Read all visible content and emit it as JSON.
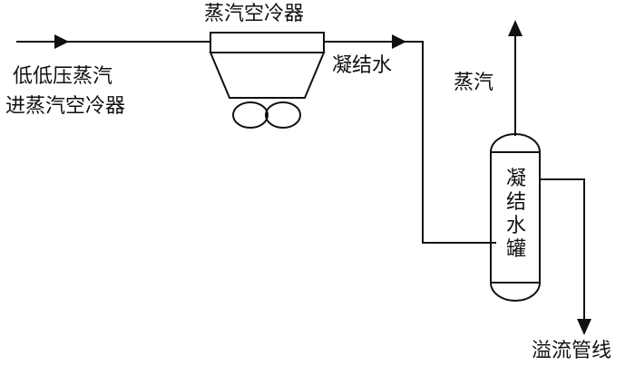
{
  "diagram": {
    "inlet_label_line1": "低低压蒸汽",
    "inlet_label_line2": "进蒸汽空冷器",
    "air_cooler_label": "蒸汽空冷器",
    "condensate_label": "凝结水",
    "steam_label": "蒸汽",
    "tank_label": "凝结水罐",
    "overflow_label": "溢流管线"
  }
}
